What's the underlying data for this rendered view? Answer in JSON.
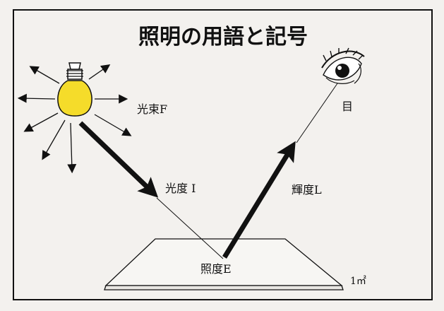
{
  "title": "照明の用語と記号",
  "labels": {
    "luminous_flux": "光束F",
    "luminous_intensity": "光度 I",
    "luminance": "輝度L",
    "illuminance": "照度E",
    "eye": "目",
    "area": "1㎡"
  },
  "colors": {
    "bulb": "#f5dc2a",
    "ink": "#111111",
    "background": "#f3f1ee"
  },
  "icons": [
    "light-bulb-icon",
    "eye-icon"
  ]
}
